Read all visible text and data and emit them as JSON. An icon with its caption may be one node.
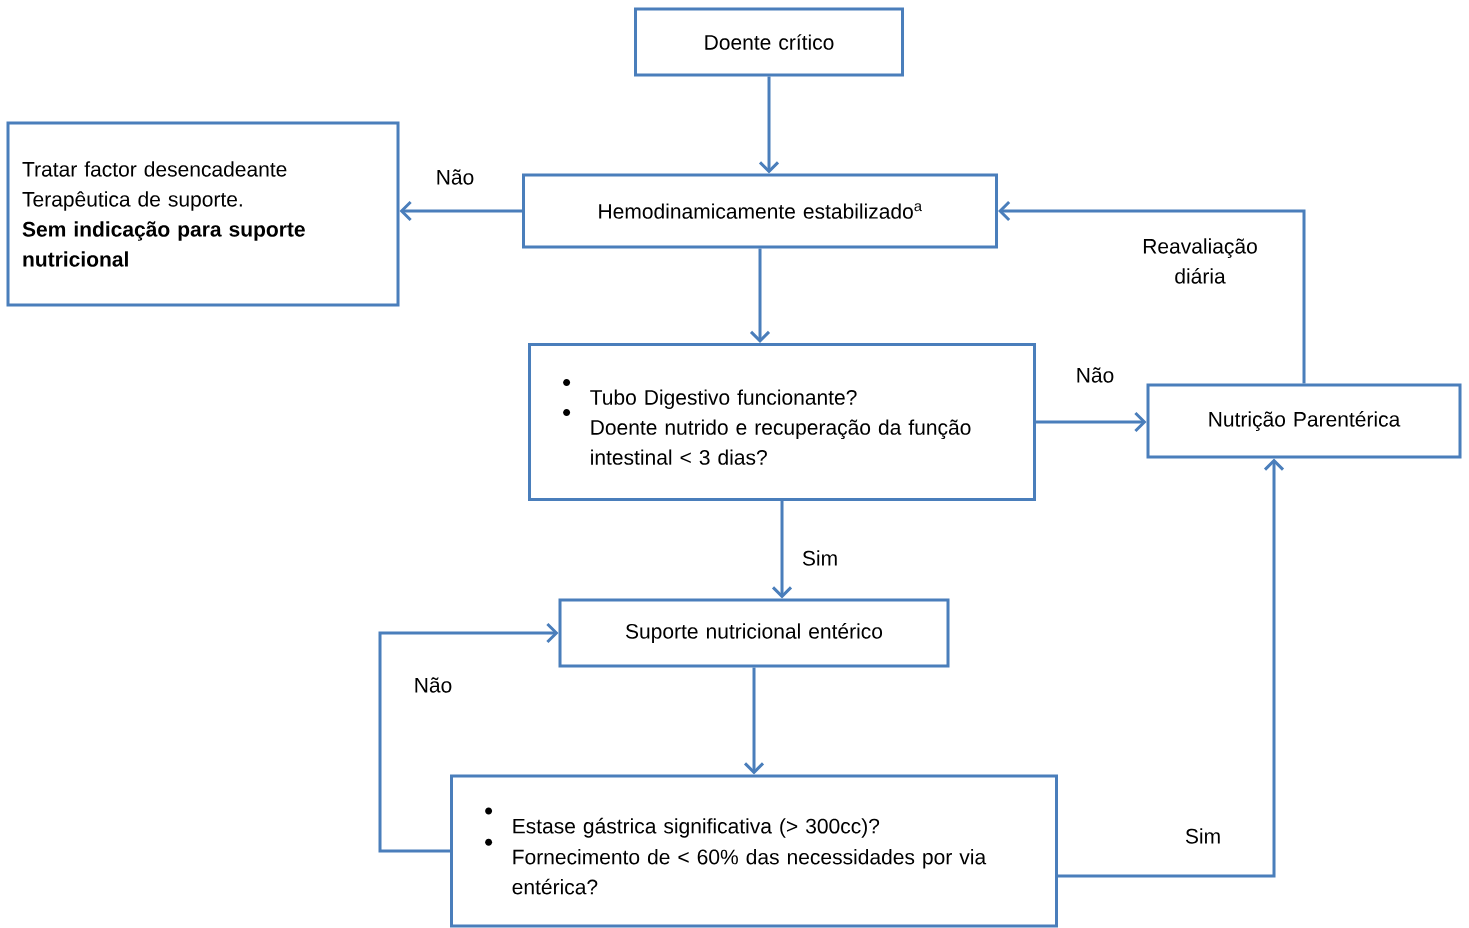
{
  "diagram": {
    "nodes": [
      {
        "text": [
          "Doente crítico"
        ]
      },
      {
        "text": [
          "Tratar factor desencadeante",
          "Terapêutica de suporte.",
          "Sem indicação para suporte nutricional"
        ]
      },
      {
        "text": [
          "Hemodinamicamente estabilizado$^{a}$"
        ]
      },
      {
        "text": [
          "Tubo Digestivo funcionante?",
          "Doente nutrido e recuperação da função intestinal < 3 dias?"
        ]
      },
      {
        "text": [
          "Nutrição Parentérica"
        ]
      },
      {
        "text": [
          "Suporte nutricional entérico"
        ]
      },
      {
        "text": [
          "Estase gástrica significativa (> 300cc)?",
          "Fornecimento de < 60% das necessidades por via entérica?"
        ]
      }
    ],
    "edges": [
      {
        "from": 0,
        "to": 2,
        "arrow": "to"
      },
      {
        "from": 2,
        "to": 1,
        "arrow": "to",
        "label": "Não"
      },
      {
        "from": 2,
        "to": 3,
        "arrow": "to"
      },
      {
        "from": 3,
        "to": 4,
        "arrow": "to",
        "label": "Não"
      },
      {
        "from": 3,
        "to": 5,
        "arrow": "to",
        "label": "Sim"
      },
      {
        "from": 4,
        "to": 2,
        "arrow": "to",
        "label": "Reavaliação diária"
      },
      {
        "from": 5,
        "to": 6,
        "arrow": "to"
      },
      {
        "from": 6,
        "to": 5,
        "arrow": "to",
        "label": "Não"
      },
      {
        "from": 6,
        "to": 4,
        "arrow": "to",
        "label": "Sim"
      }
    ]
  }
}
